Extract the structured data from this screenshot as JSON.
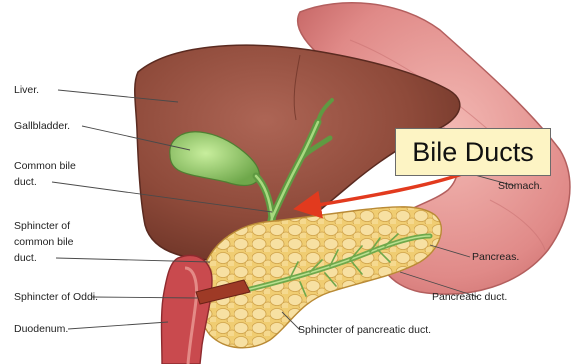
{
  "labels": {
    "liver": "Liver.",
    "gallbladder": "Gallbladder.",
    "common_bile_line1": "Common bile",
    "common_bile_line2": "duct.",
    "sphincter_common_line1": "Sphincter of",
    "sphincter_common_line2": "common bile",
    "sphincter_common_line3": "duct.",
    "sphincter_oddi": "Sphincter of Oddi.",
    "duodenum": "Duodenum.",
    "stomach": "Stomach.",
    "pancreas": "Pancreas.",
    "pancreatic_duct": "Pancreatic duct.",
    "sphincter_pancreatic": "Sphincter of pancreatic duct."
  },
  "callout": {
    "text": "Bile Ducts"
  },
  "colors": {
    "liver": "#8e4a3a",
    "stomach": "#e59a98",
    "gallbladder": "#8cc46a",
    "bile_duct": "#6faa4f",
    "pancreas": "#f1d27c",
    "duodenum": "#c94a4e",
    "arrow": "#e23a1e",
    "callout_bg": "#fdf4c4"
  }
}
